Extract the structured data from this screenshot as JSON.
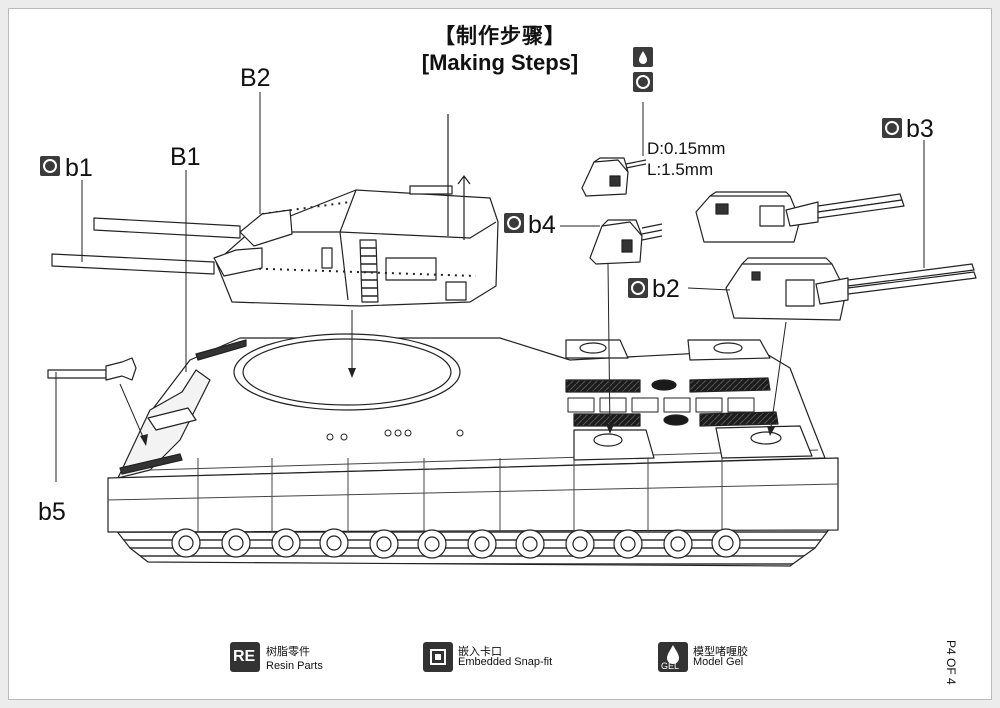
{
  "title": {
    "cn": "【制作步骤】",
    "en": "[Making Steps]"
  },
  "labels": {
    "B1": "B1",
    "B2": "B2",
    "b1": "b1",
    "b2": "b2",
    "b3": "b3",
    "b4": "b4",
    "b5": "b5"
  },
  "specs": {
    "diameter": "D:0.15mm",
    "length": "L:1.5mm"
  },
  "icons": {
    "part_b1": "embedded-snapfit-icon",
    "part_b2": "embedded-snapfit-icon",
    "part_b3": "embedded-snapfit-icon",
    "part_b4": "embedded-snapfit-icon",
    "gel_top": "model-gel-icon"
  },
  "legend": [
    {
      "icon_text": "RE",
      "cn": "树脂零件",
      "en": "Resin Parts",
      "icon": "resin-parts-icon"
    },
    {
      "icon_text": "",
      "cn": "嵌入卡口",
      "en": "Embedded Snap-fit",
      "icon": "embedded-snapfit-icon"
    },
    {
      "icon_text": "GEL",
      "cn": "模型啫喱胶",
      "en": "Model Gel",
      "icon": "model-gel-icon"
    }
  ],
  "page": "P4 OF 4"
}
